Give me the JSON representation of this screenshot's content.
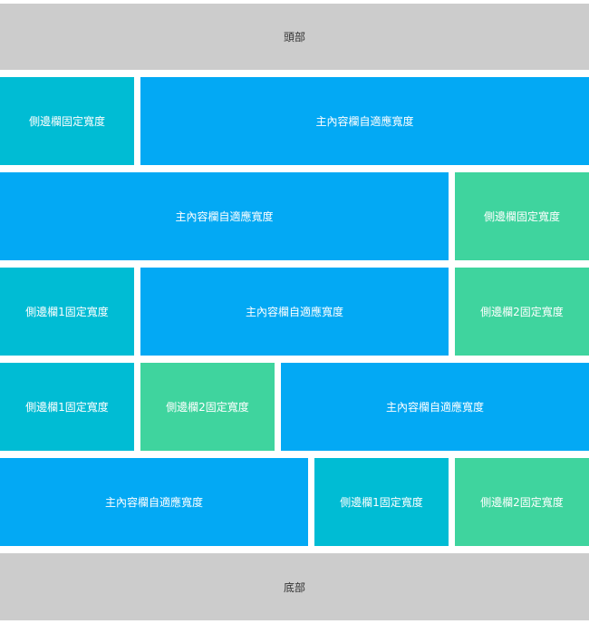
{
  "header": {
    "label": "頭部"
  },
  "footer": {
    "label": "底部"
  },
  "row1": {
    "side": "側邊欄固定寬度",
    "main": "主內容欄自適應寬度"
  },
  "row2": {
    "main": "主內容欄自適應寬度",
    "side": "側邊欄固定寬度"
  },
  "row3": {
    "side1": "側邊欄1固定寬度",
    "main": "主內容欄自適應寬度",
    "side2": "側邊欄2固定寬度"
  },
  "row4": {
    "side1": "側邊欄1固定寬度",
    "side2": "側邊欄2固定寬度",
    "main": "主內容欄自適應寬度"
  },
  "row5": {
    "main": "主內容欄自適應寬度",
    "side1": "側邊欄1固定寬度",
    "side2": "側邊欄2固定寬度"
  },
  "colors": {
    "header": "#cccccc",
    "sidebar1": "#00bcd4",
    "main": "#03a9f4",
    "sidebar2": "#3fd49e"
  }
}
